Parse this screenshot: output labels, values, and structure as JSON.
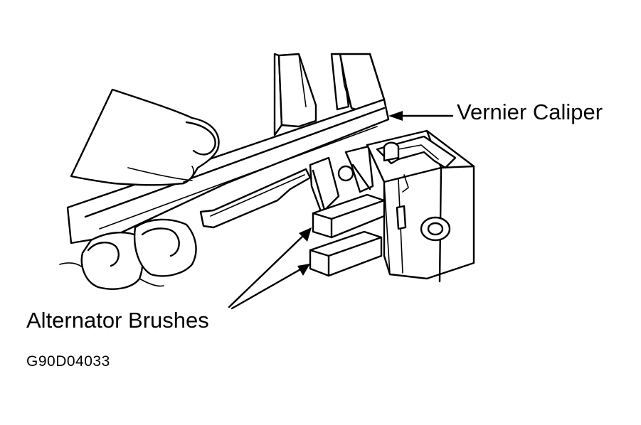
{
  "labels": {
    "vernier_caliper": "Vernier Caliper",
    "alternator_brushes": "Alternator Brushes",
    "figure_code": "G90D04033"
  },
  "colors": {
    "ink": "#000000",
    "background": "#ffffff"
  }
}
